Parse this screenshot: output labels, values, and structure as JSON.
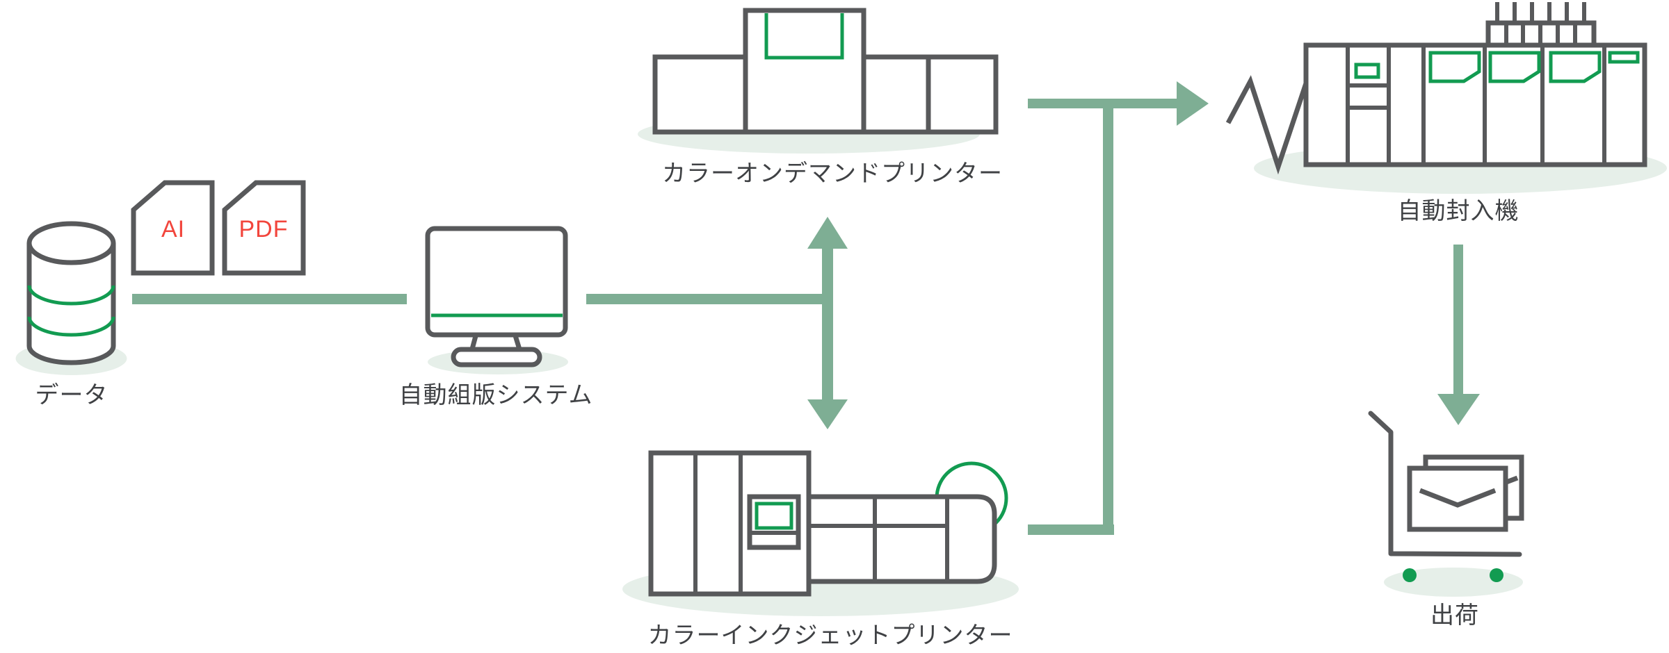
{
  "labels": {
    "database": "データ",
    "typesetting": "自動組版システム",
    "ondemand_printer": "カラーオンデマンドプリンター",
    "inkjet_printer": "カラーインクジェットプリンター",
    "inserter": "自動封入機",
    "shipping": "出荷"
  },
  "file_badges": {
    "ai": "AI",
    "pdf": "PDF"
  },
  "connections": [
    {
      "from": "database",
      "to": "typesetting",
      "style": "line"
    },
    {
      "from": "typesetting",
      "to": "ondemand_printer",
      "style": "double-arrow"
    },
    {
      "from": "typesetting",
      "to": "inkjet_printer",
      "style": "double-arrow"
    },
    {
      "from": "ondemand_printer",
      "to": "inserter",
      "style": "arrow"
    },
    {
      "from": "inkjet_printer",
      "to": "inserter",
      "style": "arrow"
    },
    {
      "from": "inserter",
      "to": "shipping",
      "style": "arrow"
    }
  ],
  "colors": {
    "outline": "#58595B",
    "accent_green": "#129B51",
    "connector_green": "#7EAE94",
    "shadow_green": "#E6EFE9",
    "badge_red": "#F2453C",
    "label_text": "#3F4144",
    "background": "#FFFFFF"
  }
}
